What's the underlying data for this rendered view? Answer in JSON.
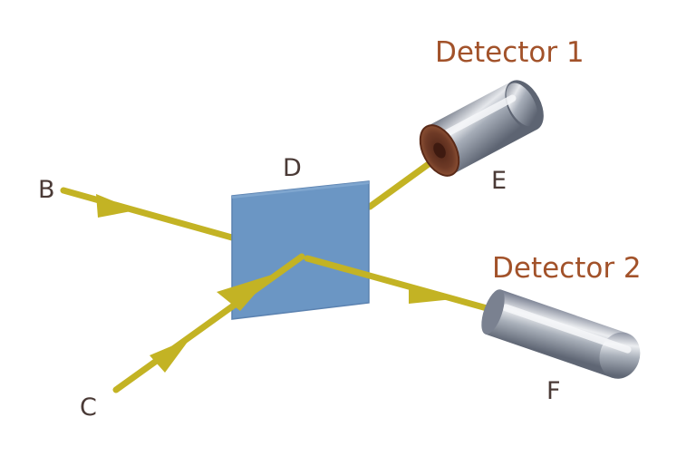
{
  "labels": {
    "b": "B",
    "c": "C",
    "d": "D",
    "e": "E",
    "f": "F"
  },
  "detectors": [
    {
      "id": "detector-1",
      "label": "Detector 1"
    },
    {
      "id": "detector-2",
      "label": "Detector 2"
    }
  ],
  "colors": {
    "beam": "#c3b324",
    "splitter": "#6b96c4",
    "splitter_edge": "#5b82b0",
    "detector_text": "#a2522a",
    "label_text": "#4a3a36",
    "detector_body": "#8d95a3",
    "detector_lens": "#6e3a26"
  }
}
